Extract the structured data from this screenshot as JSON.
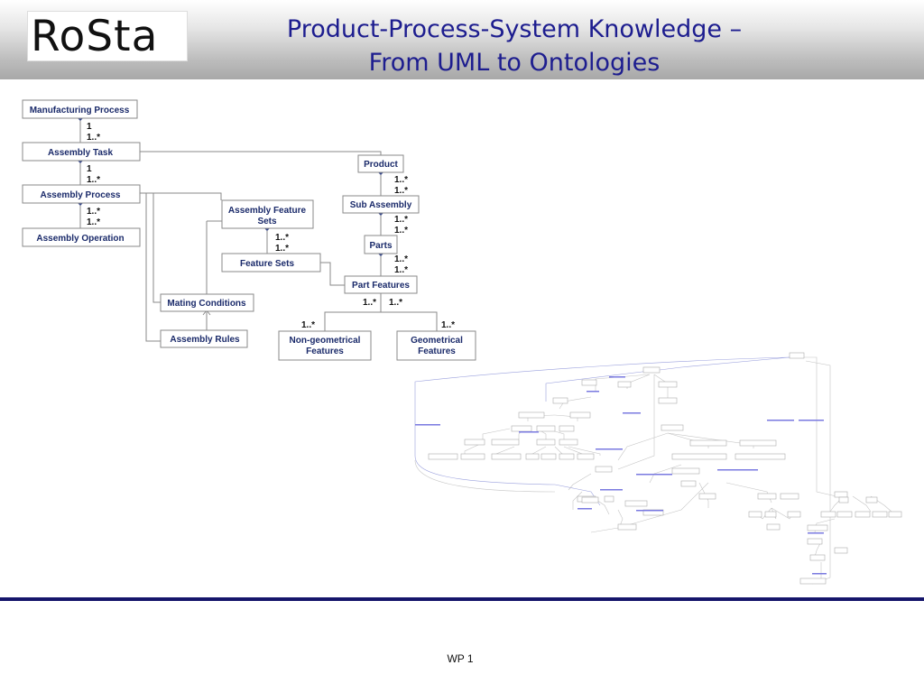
{
  "header": {
    "logo_text": "RoSta",
    "title_line1": "Product-Process-System Knowledge –",
    "title_line2": "From UML to Ontologies"
  },
  "uml": {
    "manufacturing_process": "Manufacturing Process",
    "assembly_task": "Assembly Task",
    "assembly_process": "Assembly Process",
    "assembly_operation": "Assembly Operation",
    "assembly_feature_sets_1": "Assembly Feature",
    "assembly_feature_sets_2": "Sets",
    "feature_sets": "Feature Sets",
    "mating_conditions": "Mating Conditions",
    "assembly_rules": "Assembly Rules",
    "product": "Product",
    "sub_assembly": "Sub Assembly",
    "parts": "Parts",
    "part_features": "Part Features",
    "non_geometrical_1": "Non-geometrical",
    "non_geometrical_2": "Features",
    "geometrical_1": "Geometrical",
    "geometrical_2": "Features",
    "m_one": "1",
    "m_many": "1..*"
  },
  "footer": {
    "page_label": "WP 1"
  }
}
